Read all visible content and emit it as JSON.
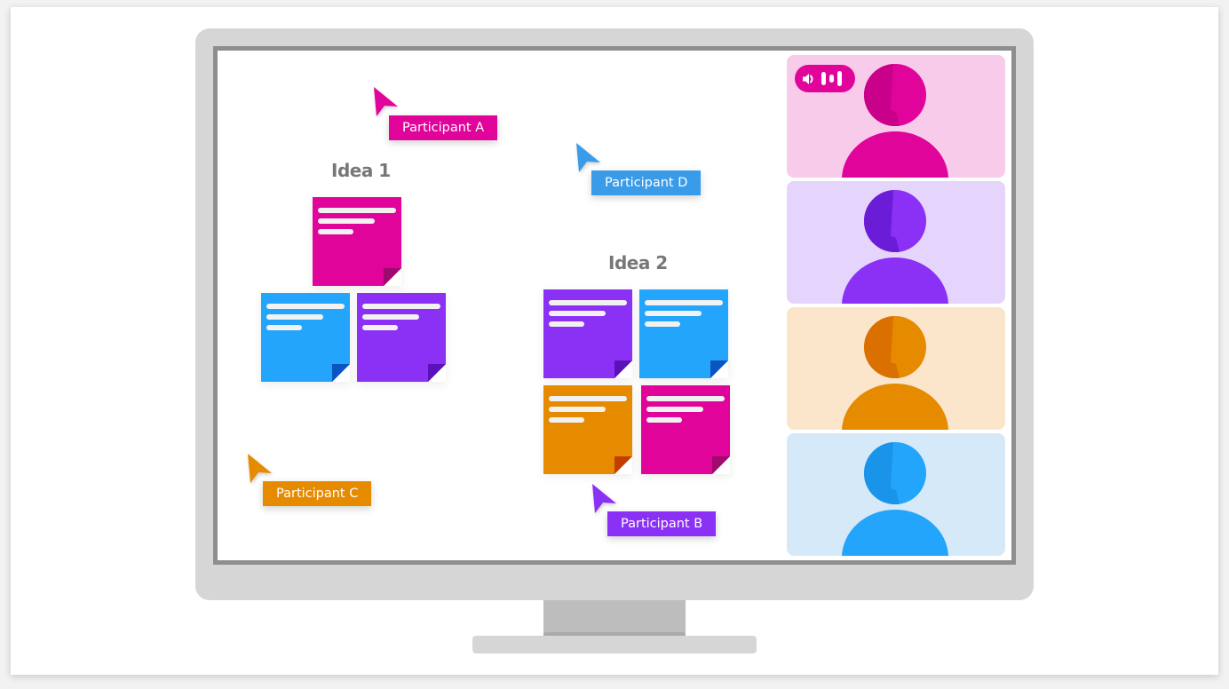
{
  "scene": {
    "description": "Monitor showing a collaborative whiteboard with sticky notes, participant cursors and a video call sidebar"
  },
  "colors": {
    "magenta": "#e0049a",
    "magenta_dark": "#9e0a6e",
    "blue": "#22a5fb",
    "blue_dark": "#0a55c2",
    "purple": "#8b30f5",
    "purple_dark": "#5a12b8",
    "orange": "#e68a00",
    "orange_dark": "#c23e00",
    "label_blue": "#3a9be8",
    "bezel": "#d6d6d6",
    "screen_border": "#8e8e8e"
  },
  "whiteboard": {
    "groups": [
      {
        "title": "Idea 1",
        "notes": [
          "magenta",
          "blue",
          "purple"
        ]
      },
      {
        "title": "Idea 2",
        "notes": [
          "purple",
          "blue",
          "orange",
          "magenta"
        ]
      }
    ],
    "cursors": [
      {
        "label": "Participant A",
        "color": "#e0049a"
      },
      {
        "label": "Participant D",
        "color": "#3a9be8"
      },
      {
        "label": "Participant C",
        "color": "#e68a00"
      },
      {
        "label": "Participant B",
        "color": "#8b30f5"
      }
    ]
  },
  "video_call": {
    "tiles": [
      {
        "participant": "Participant A",
        "bg": "#f7cbe9",
        "color": "#e0049a",
        "shade": "#c9008a",
        "speaking": true
      },
      {
        "participant": "Participant B",
        "bg": "#e5d4fc",
        "color": "#8b30f5",
        "shade": "#6a1cd6"
      },
      {
        "participant": "Participant C",
        "bg": "#fbe6cc",
        "color": "#e68a00",
        "shade": "#d97000"
      },
      {
        "participant": "Participant D",
        "bg": "#d6e9f9",
        "color": "#22a5fb",
        "shade": "#1a94e8"
      }
    ],
    "audio_indicator": {
      "icon": "speaker-icon",
      "bars": 3
    }
  }
}
